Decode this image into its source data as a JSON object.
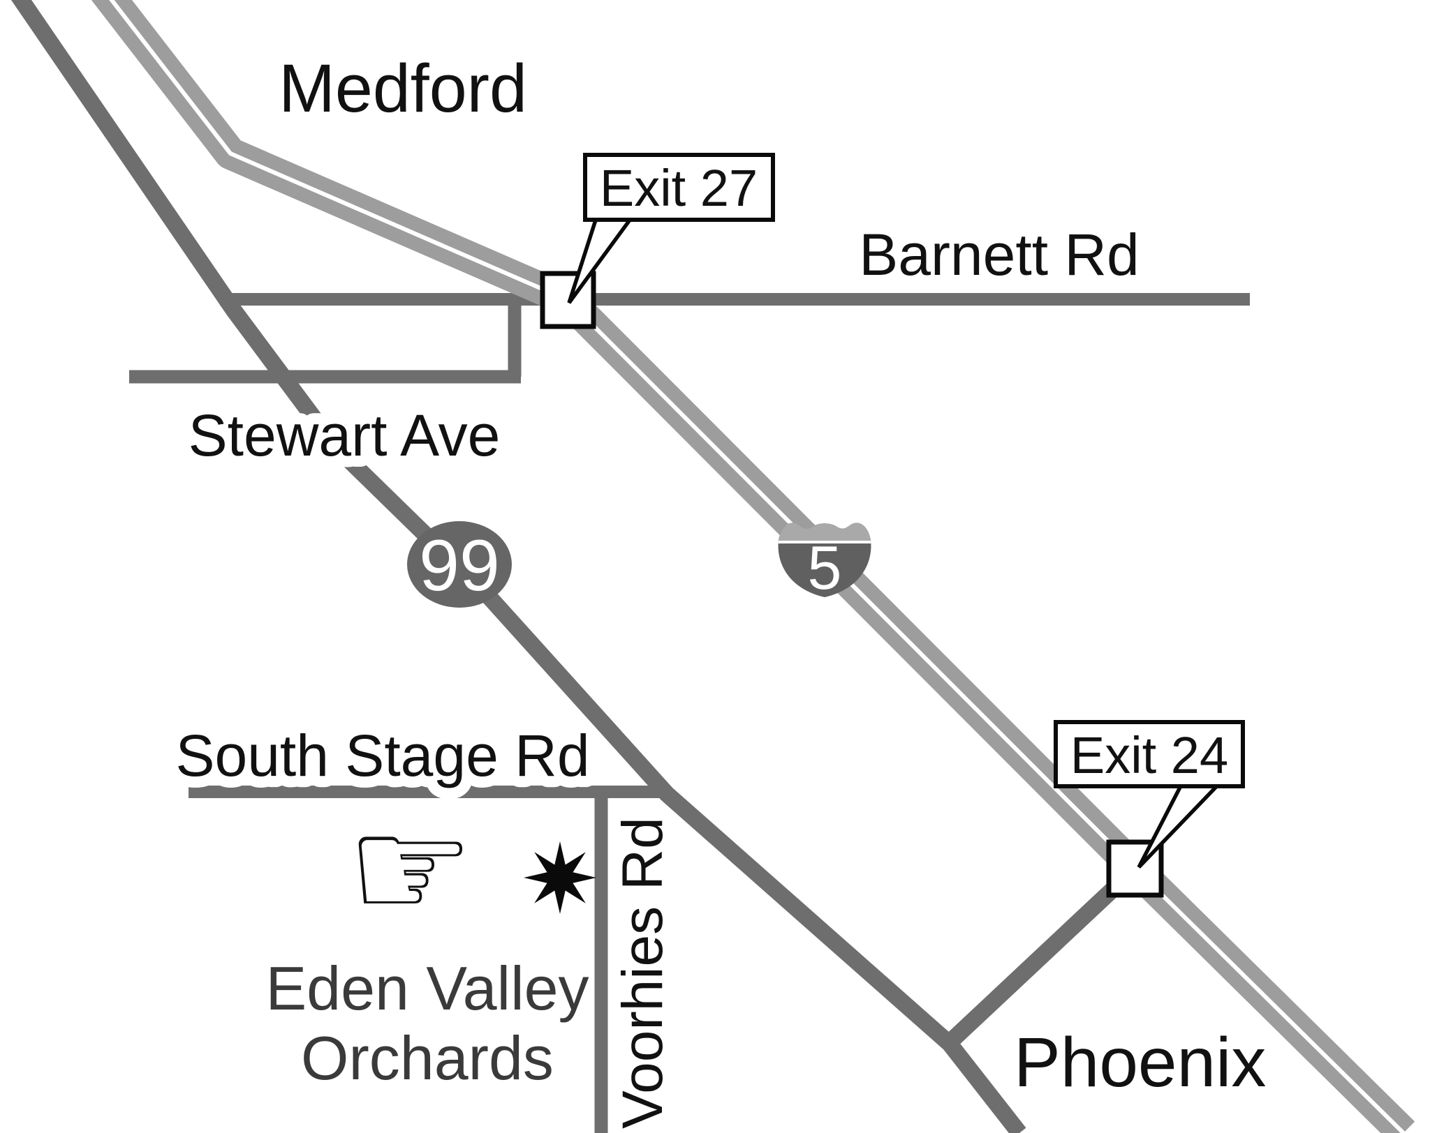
{
  "map_type": "directions-map",
  "labels": {
    "medford": "Medford",
    "phoenix": "Phoenix",
    "barnett": "Barnett Rd",
    "stewart": "Stewart Ave",
    "south_stage": "South Stage Rd",
    "voorhies": "Voorhies Rd",
    "eden_valley": {
      "line1": "Eden Valley",
      "line2": "Orchards"
    }
  },
  "callouts": [
    {
      "label": "Exit 27"
    },
    {
      "label": "Exit 24"
    }
  ],
  "shields": {
    "interstate_5": "5",
    "highway_99": "99"
  },
  "icons": [
    "pointing-hand-icon",
    "destination-star-icon",
    "interstate-shield-icon",
    "highway-oval-icon"
  ],
  "colors": {
    "background": "#ffffff",
    "road_dark": "#6e6e6e",
    "freeway": "#9d9d9d",
    "freeway_stripe": "#ffffff",
    "shield_body": "#606060",
    "shield_crown": "#a9a9a9",
    "highway_oval": "#666666",
    "text": "#111111",
    "marker_fill": "#ffffff",
    "marker_border": "#0a0a0a"
  }
}
